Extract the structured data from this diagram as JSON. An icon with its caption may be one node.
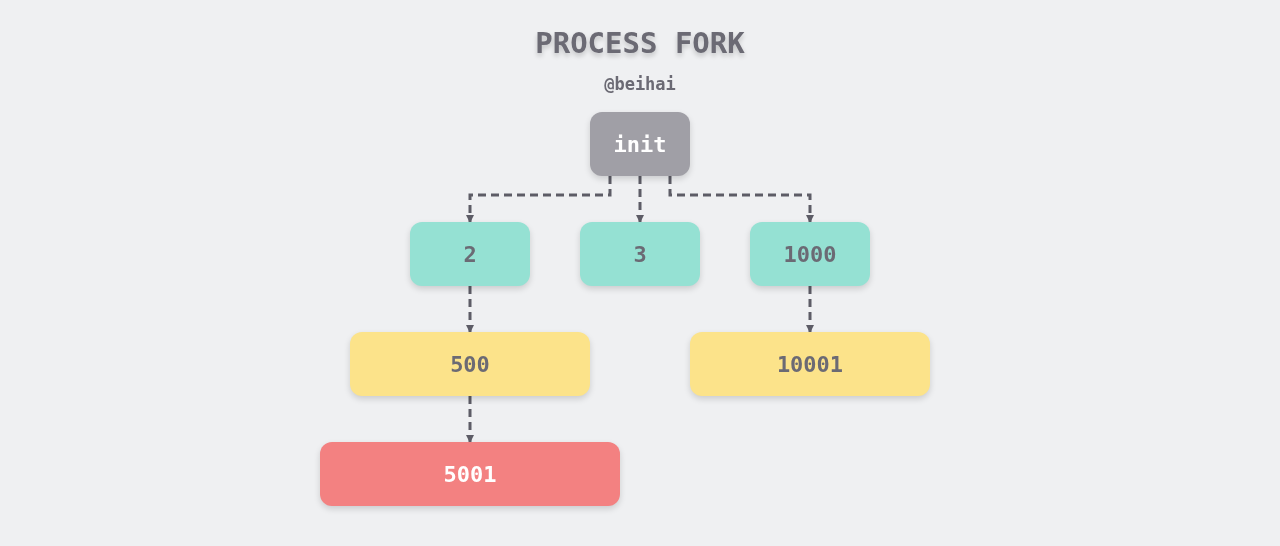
{
  "diagram": {
    "title": "PROCESS FORK",
    "nodes": [
      {
        "text": [
          "init"
        ]
      },
      {
        "text": [
          "2"
        ]
      },
      {
        "text": [
          "3"
        ]
      },
      {
        "text": [
          "1000"
        ]
      },
      {
        "text": [
          "500"
        ]
      },
      {
        "text": [
          "10001"
        ]
      },
      {
        "text": [
          "5001"
        ]
      }
    ],
    "edges": [
      {
        "from": 0,
        "to": 1,
        "arrow": "to"
      },
      {
        "from": 0,
        "to": 2,
        "arrow": "to"
      },
      {
        "from": 0,
        "to": 3,
        "arrow": "to"
      },
      {
        "from": 1,
        "to": 4,
        "arrow": "to"
      },
      {
        "from": 3,
        "to": 5,
        "arrow": "to"
      },
      {
        "from": 4,
        "to": 6,
        "arrow": "to"
      }
    ],
    "labels": [
      "@beihai"
    ]
  }
}
